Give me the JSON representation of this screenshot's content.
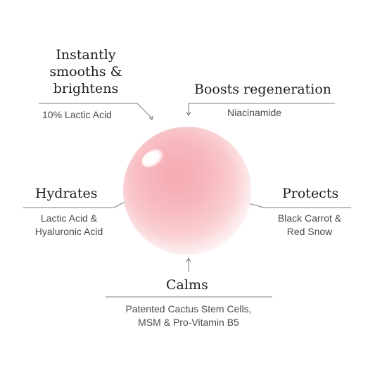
{
  "benefits": {
    "smooth": {
      "title_lines": [
        "Instantly",
        "smooths &",
        "brightens"
      ],
      "detail": "10% Lactic Acid"
    },
    "regeneration": {
      "title": "Boosts regeneration",
      "detail": "Niacinamide"
    },
    "hydrates": {
      "title": "Hydrates",
      "detail_lines": [
        "Lactic Acid &",
        "Hyaluronic Acid"
      ]
    },
    "protects": {
      "title": "Protects",
      "detail_lines": [
        "Black Carrot &",
        "Red Snow"
      ]
    },
    "calms": {
      "title": "Calms",
      "detail_lines": [
        "Patented Cactus Stem Cells,",
        "MSM & Pro-Vitamin B5"
      ]
    }
  },
  "colors": {
    "sphere": "#f7b8be",
    "background": "#ffffff",
    "line": "#555555"
  }
}
